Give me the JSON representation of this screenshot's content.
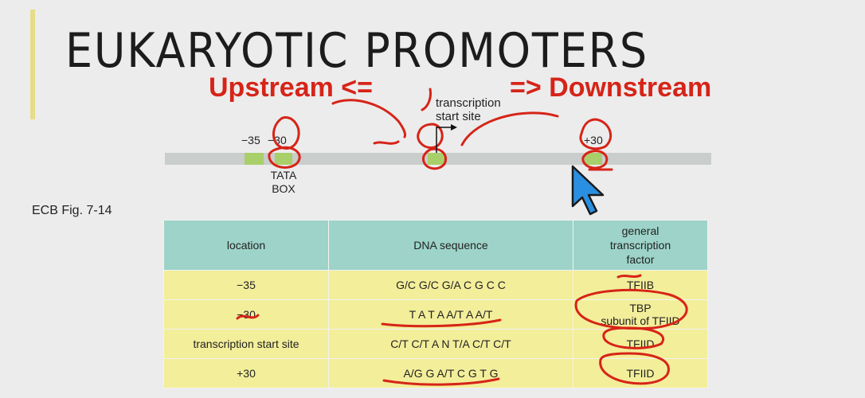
{
  "slide": {
    "title": "EUKARYOTIC PROMOTERS"
  },
  "annotations": {
    "upstream": "Upstream <=",
    "downstream": "=> Downstream"
  },
  "diagram": {
    "tss_line1": "transcription",
    "tss_line2": "start site",
    "pos_m35": "−35",
    "pos_m30": "−30",
    "pos_p30": "+30",
    "tata_line1": "TATA",
    "tata_line2": "BOX"
  },
  "figure_label": "ECB Fig. 7-14",
  "table": {
    "headers": [
      "location",
      "DNA sequence",
      "general\ntranscription\nfactor"
    ],
    "rows": [
      [
        "−35",
        "G/C G/C G/A C G C C",
        "TFIIB"
      ],
      [
        "−30",
        "T A T A A/T A A/T",
        "TBP\nsubunit of TFIID"
      ],
      [
        "transcription start site",
        "C/T C/T A N T/A C/T C/T",
        "TFIID"
      ],
      [
        "+30",
        "A/G G A/T C G T G",
        "TFIID"
      ]
    ]
  },
  "colors": {
    "accent": "#e6dd8a",
    "annotation_red": "#d62418",
    "table_header": "#9dd3c8",
    "table_row": "#f3ee9a",
    "dna_green": "#a9cf6a",
    "cursor_blue": "#2a8fe0"
  }
}
